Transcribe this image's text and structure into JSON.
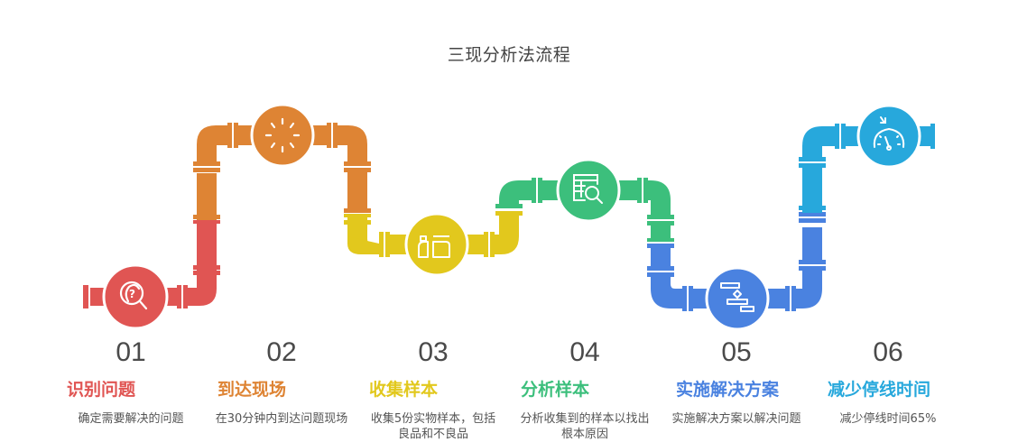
{
  "title": "三现分析法流程",
  "colors": {
    "red": "#e05553",
    "orange": "#de8434",
    "yellow": "#e2c81d",
    "green": "#3cbf7c",
    "blue": "#4a82e0",
    "cyan": "#27a8dc"
  },
  "steps": [
    {
      "number": "01",
      "label": "识别问题",
      "description": "确定需要解决的问题",
      "color": "#e05553",
      "icon": "question-magnifier-icon"
    },
    {
      "number": "02",
      "label": "到达现场",
      "description": "在30分钟内到达问题现场",
      "color": "#de8434",
      "icon": "loading-spinner-icon"
    },
    {
      "number": "03",
      "label": "收集样本",
      "description": "收集5份实物样本，包括良品和不良品",
      "color": "#e2c81d",
      "icon": "sample-containers-icon"
    },
    {
      "number": "04",
      "label": "分析样本",
      "description": "分析收集到的样本以找出根本原因",
      "color": "#3cbf7c",
      "icon": "table-search-icon"
    },
    {
      "number": "05",
      "label": "实施解决方案",
      "description": "实施解决方案以解决问题",
      "color": "#4a82e0",
      "icon": "gantt-chart-icon"
    },
    {
      "number": "06",
      "label": "减少停线时间",
      "description": "减少停线时间65%",
      "color": "#27a8dc",
      "icon": "speedometer-icon"
    }
  ]
}
